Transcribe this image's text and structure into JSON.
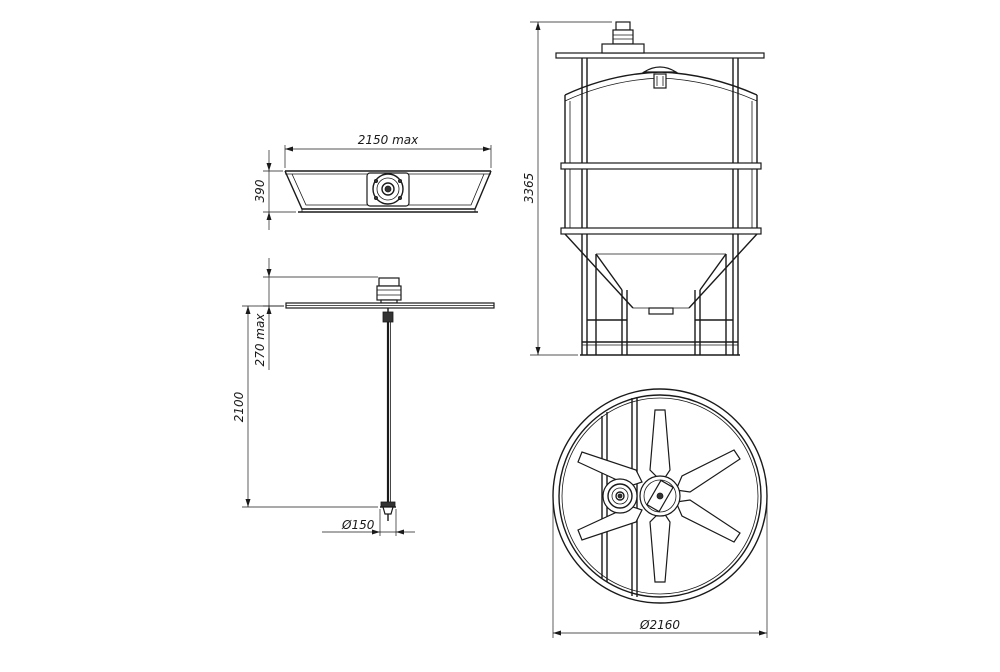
{
  "dimensions": {
    "frame_width": "2150 max",
    "frame_height": "390",
    "tank_height": "3365",
    "motor_to_frame": "270 max",
    "shaft_length": "2100",
    "impeller_diameter": "150",
    "tank_diameter": "2160",
    "diameter_symbol": "Ø"
  }
}
